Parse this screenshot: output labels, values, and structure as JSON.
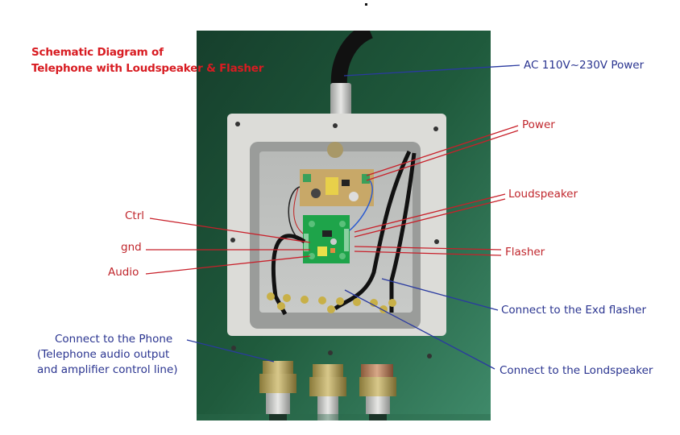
{
  "title": {
    "line1": "Schematic Diagram of",
    "line2": "Telephone with Loudspeaker & Flasher"
  },
  "colors": {
    "title": "#d81c22",
    "red_label": "#c0262c",
    "blue_label": "#2a3490",
    "background_photo": "#1f5a3c"
  },
  "labels": {
    "ac_power": "AC 110V~230V Power",
    "power": "Power",
    "loudspeaker": "Loudspeaker",
    "flasher": "Flasher",
    "ctrl": "Ctrl",
    "gnd": "gnd",
    "audio": "Audio",
    "exd_flasher": "Connect to the Exd flasher",
    "londspeaker": "Connect to the Londspeaker",
    "phone": {
      "line1": "Connect to the Phone",
      "line2": "(Telephone audio output",
      "line3": "and amplifier control line)"
    }
  },
  "components": {
    "enclosure": "explosion-proof junction box",
    "power_board": "AC-DC power supply module",
    "amp_board": "amplifier control board",
    "cable_glands": 3
  }
}
